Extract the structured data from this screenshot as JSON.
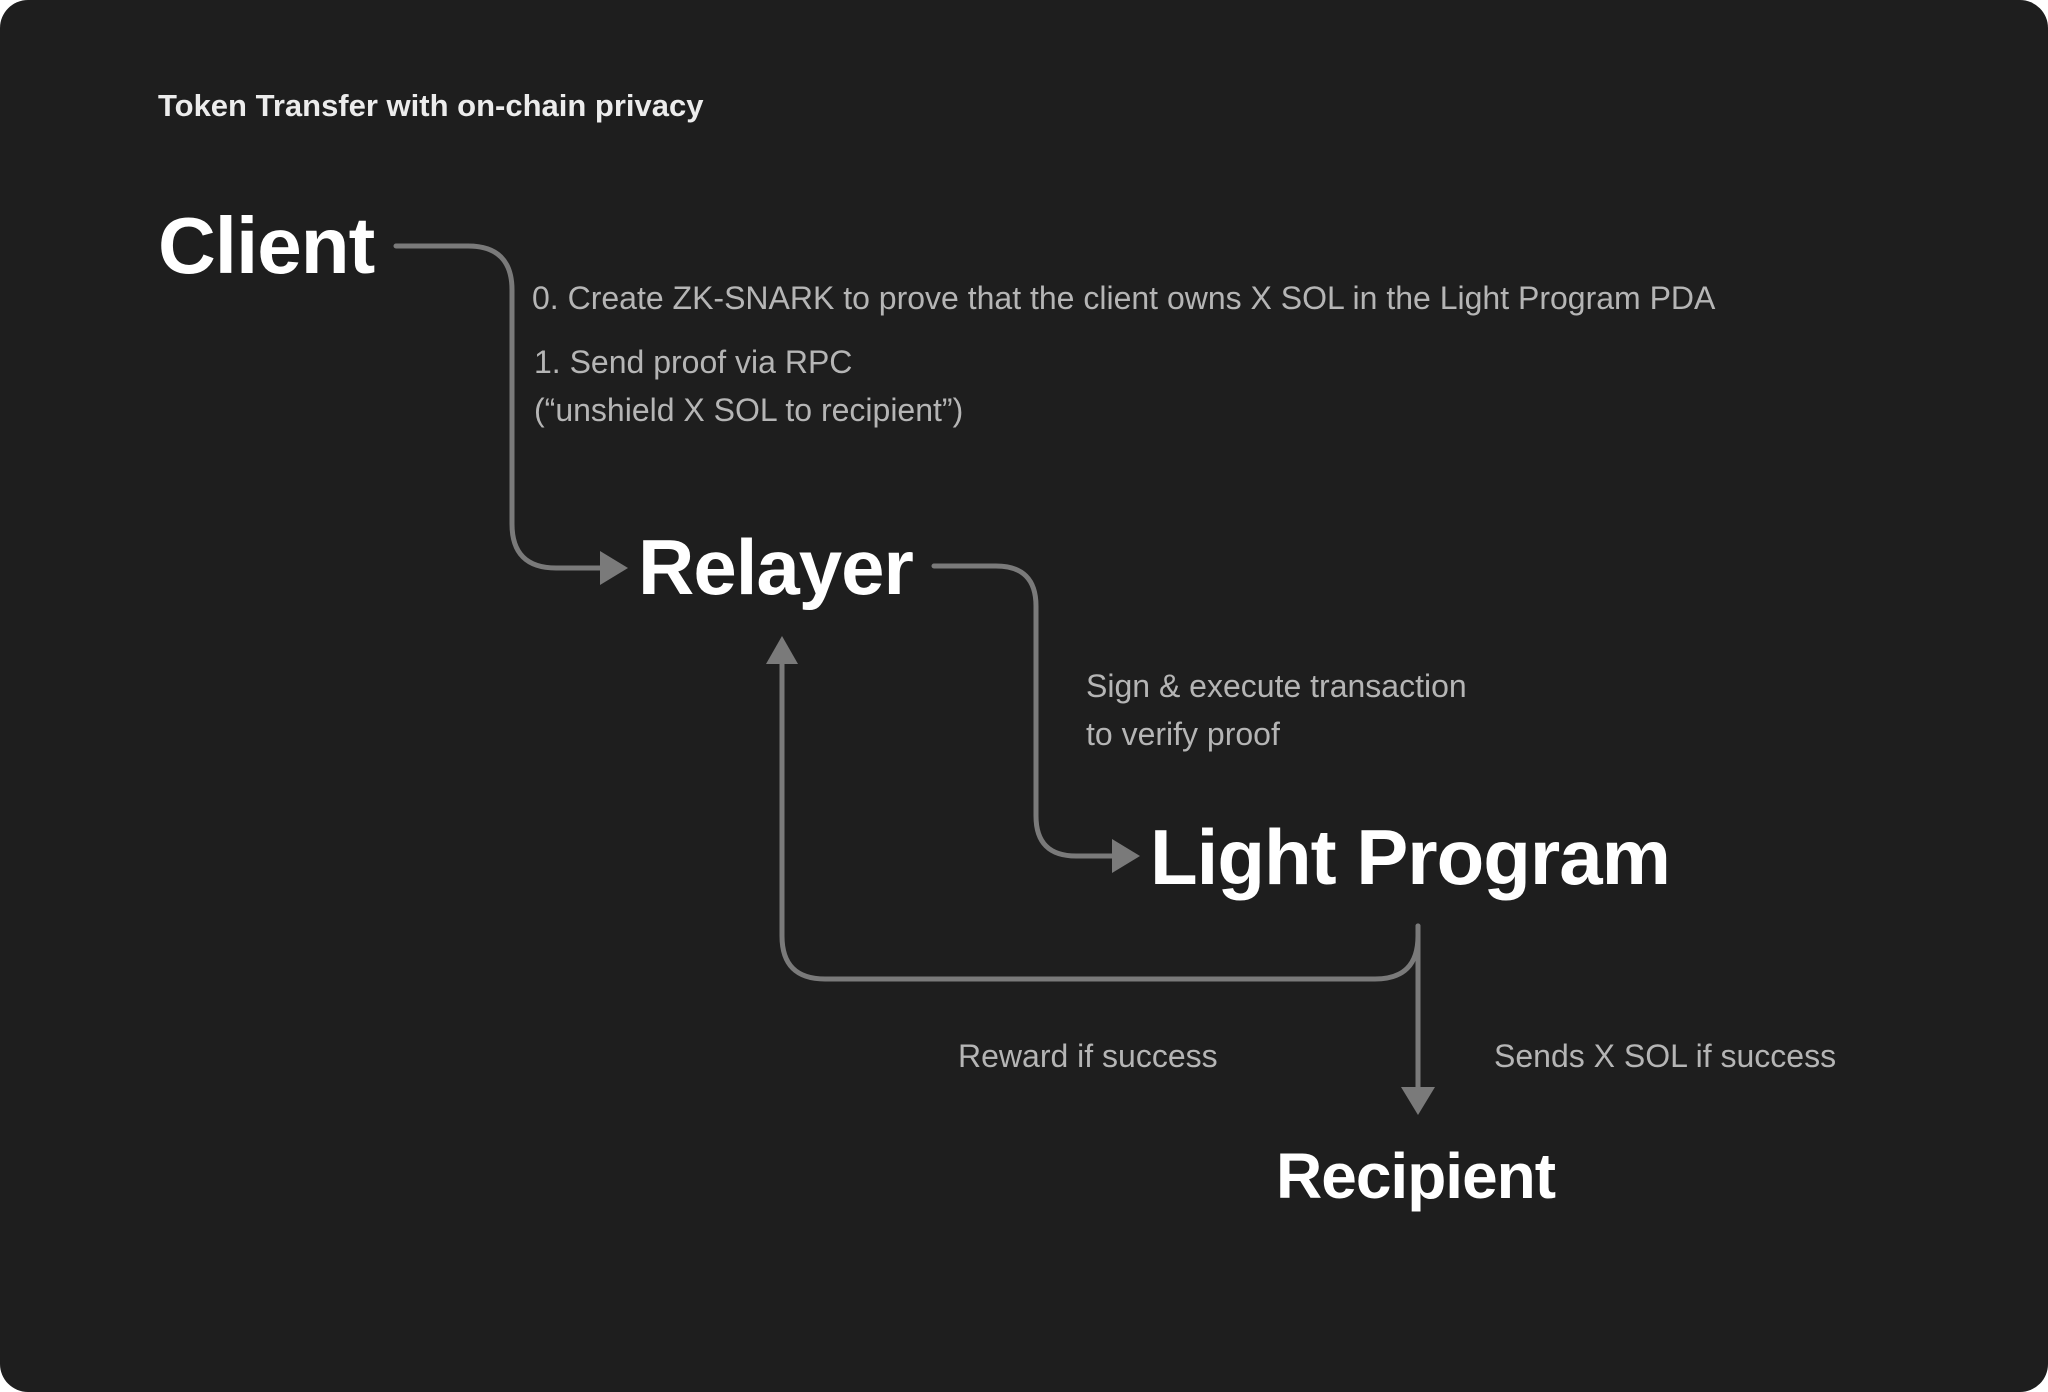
{
  "title": "Token Transfer with on-chain privacy",
  "nodes": {
    "client": "Client",
    "relayer": "Relayer",
    "light_program": "Light Program",
    "recipient": "Recipient"
  },
  "edge_labels": {
    "step0": "0. Create ZK-SNARK to prove that the client owns X SOL in the Light Program PDA",
    "step1_line1": "1. Send proof via RPC",
    "step1_line2": "(“unshield X SOL to recipient”)",
    "sign_line1": "Sign & execute transaction",
    "sign_line2": "to verify proof",
    "reward": "Reward if success",
    "sends": "Sends X SOL if success"
  },
  "colors": {
    "background": "#1e1e1e",
    "node_text": "#ffffff",
    "label_text": "#b5b5b5",
    "connector": "#7a7a7a"
  }
}
